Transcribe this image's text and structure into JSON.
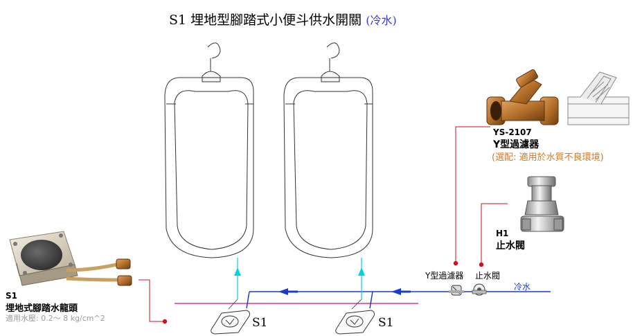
{
  "title": {
    "main": "S1 埋地型腳踏式小便斗供水開關",
    "sub": "(冷水)"
  },
  "strainer": {
    "model": "YS-2107",
    "name": "Y型過濾器",
    "note": "(選配: 適用於水質不良環境)",
    "pipe_label": "Y型過濾器"
  },
  "stop_valve": {
    "model": "H1",
    "name": "止水閥",
    "pipe_label": "止水閥"
  },
  "pedal": {
    "model": "S1",
    "name": "埋地式腳踏水龍頭",
    "note": "適用水壓: 0.2～ 8 kg/cm^2"
  },
  "cold_water_label": "冷水",
  "fixture_labels": [
    "S1",
    "S1"
  ],
  "colors": {
    "pipe": "#1a3cc8",
    "flow_up": "#00d0e8",
    "floor_line": "#e000a0",
    "leader": "#d0101e",
    "brass": "#b5702a",
    "subtitle": "#3a3ad0",
    "note": "#d4771f"
  }
}
